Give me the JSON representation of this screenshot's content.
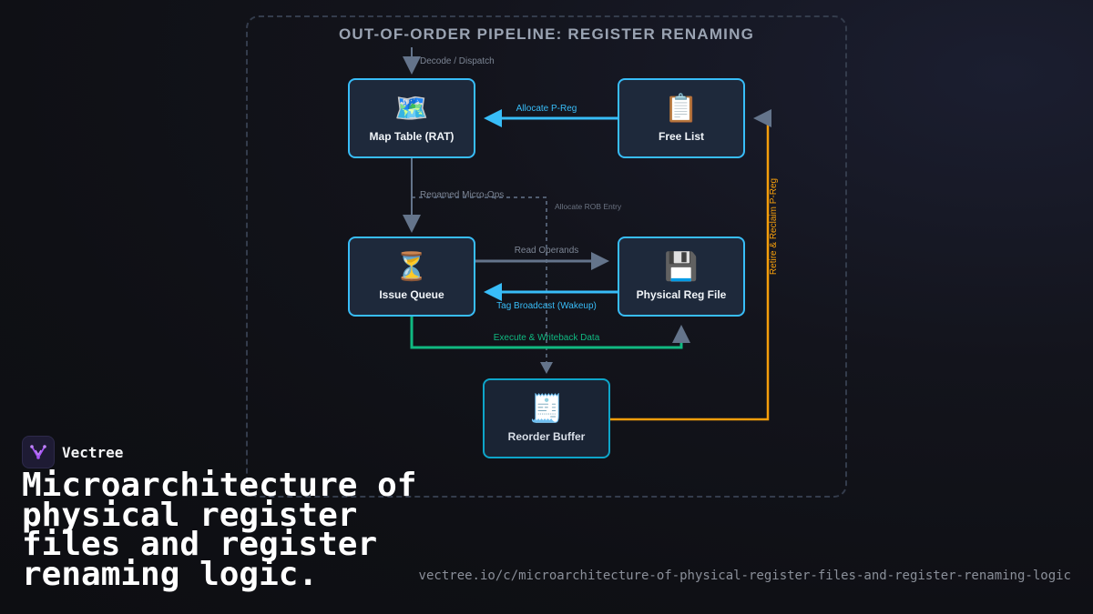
{
  "diagram": {
    "title": "OUT-OF-ORDER PIPELINE: REGISTER RENAMING",
    "nodes": {
      "map_table": {
        "label": "Map Table (RAT)",
        "icon": "map-icon",
        "glyph": "🗺️"
      },
      "free_list": {
        "label": "Free List",
        "icon": "clipboard-icon",
        "glyph": "📋"
      },
      "issue_queue": {
        "label": "Issue Queue",
        "icon": "hourglass-icon",
        "glyph": "⏳"
      },
      "phys_reg_file": {
        "label": "Physical Reg File",
        "icon": "floppy-disk-icon",
        "glyph": "💾"
      },
      "reorder_buffer": {
        "label": "Reorder Buffer",
        "icon": "receipt-icon",
        "glyph": "🧾"
      }
    },
    "edges": {
      "decode_dispatch": "Decode / Dispatch",
      "allocate_preg": "Allocate P-Reg",
      "renamed_micro_ops": "Renamed Micro-Ops",
      "allocate_rob_entry": "Allocate ROB Entry",
      "read_operands": "Read Operands",
      "tag_broadcast": "Tag Broadcast (Wakeup)",
      "execute_writeback": "Execute & Writeback Data",
      "retire_reclaim": "Retire & Reclaim P-Reg"
    },
    "colors": {
      "node_border": "#38bdf8",
      "node_fill": "#1e293b",
      "flow_gray": "#64748b",
      "flow_blue": "#38bdf8",
      "flow_green": "#10b981",
      "flow_orange": "#f59e0b"
    }
  },
  "brand": {
    "name": "Vectree",
    "logo_icon": "vectree-logo-icon"
  },
  "headline": "Microarchitecture of physical register files and register renaming logic.",
  "url": "vectree.io/c/microarchitecture-of-physical-register-files-and-register-renaming-logic"
}
